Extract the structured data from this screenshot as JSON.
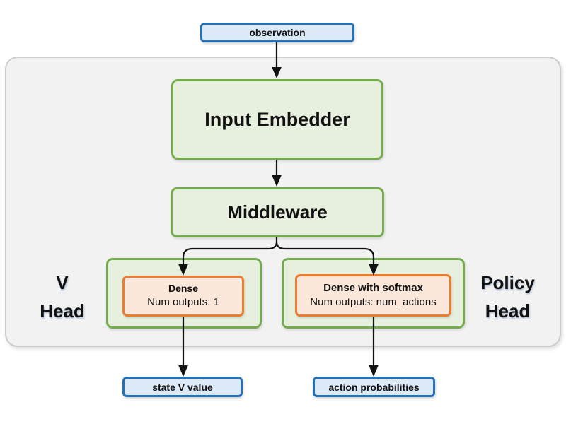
{
  "diagram": {
    "title_semantics": "actor-critic network architecture",
    "input_node": {
      "label": "observation"
    },
    "blocks": {
      "input_embedder": {
        "label": "Input Embedder"
      },
      "middleware": {
        "label": "Middleware"
      }
    },
    "heads": {
      "v_head": {
        "side_label_line1": "V",
        "side_label_line2": "Head",
        "inner_title": "Dense",
        "inner_subtitle": "Num outputs: 1",
        "output_label": "state V value"
      },
      "policy_head": {
        "side_label_line1": "Policy",
        "side_label_line2": "Head",
        "inner_title": "Dense with softmax",
        "inner_subtitle": "Num outputs: num_actions",
        "output_label": "action probabilities"
      }
    }
  },
  "colors": {
    "blue-border": "#2371b9",
    "blue-fill": "#dce9f7",
    "green-border": "#74ac4d",
    "green-fill": "#e7f0de",
    "orange-border": "#ec7c30",
    "orange-fill": "#fce8da",
    "gray-border": "#c9cccd",
    "gray-fill": "#f2f2f2",
    "line": "#111111"
  }
}
